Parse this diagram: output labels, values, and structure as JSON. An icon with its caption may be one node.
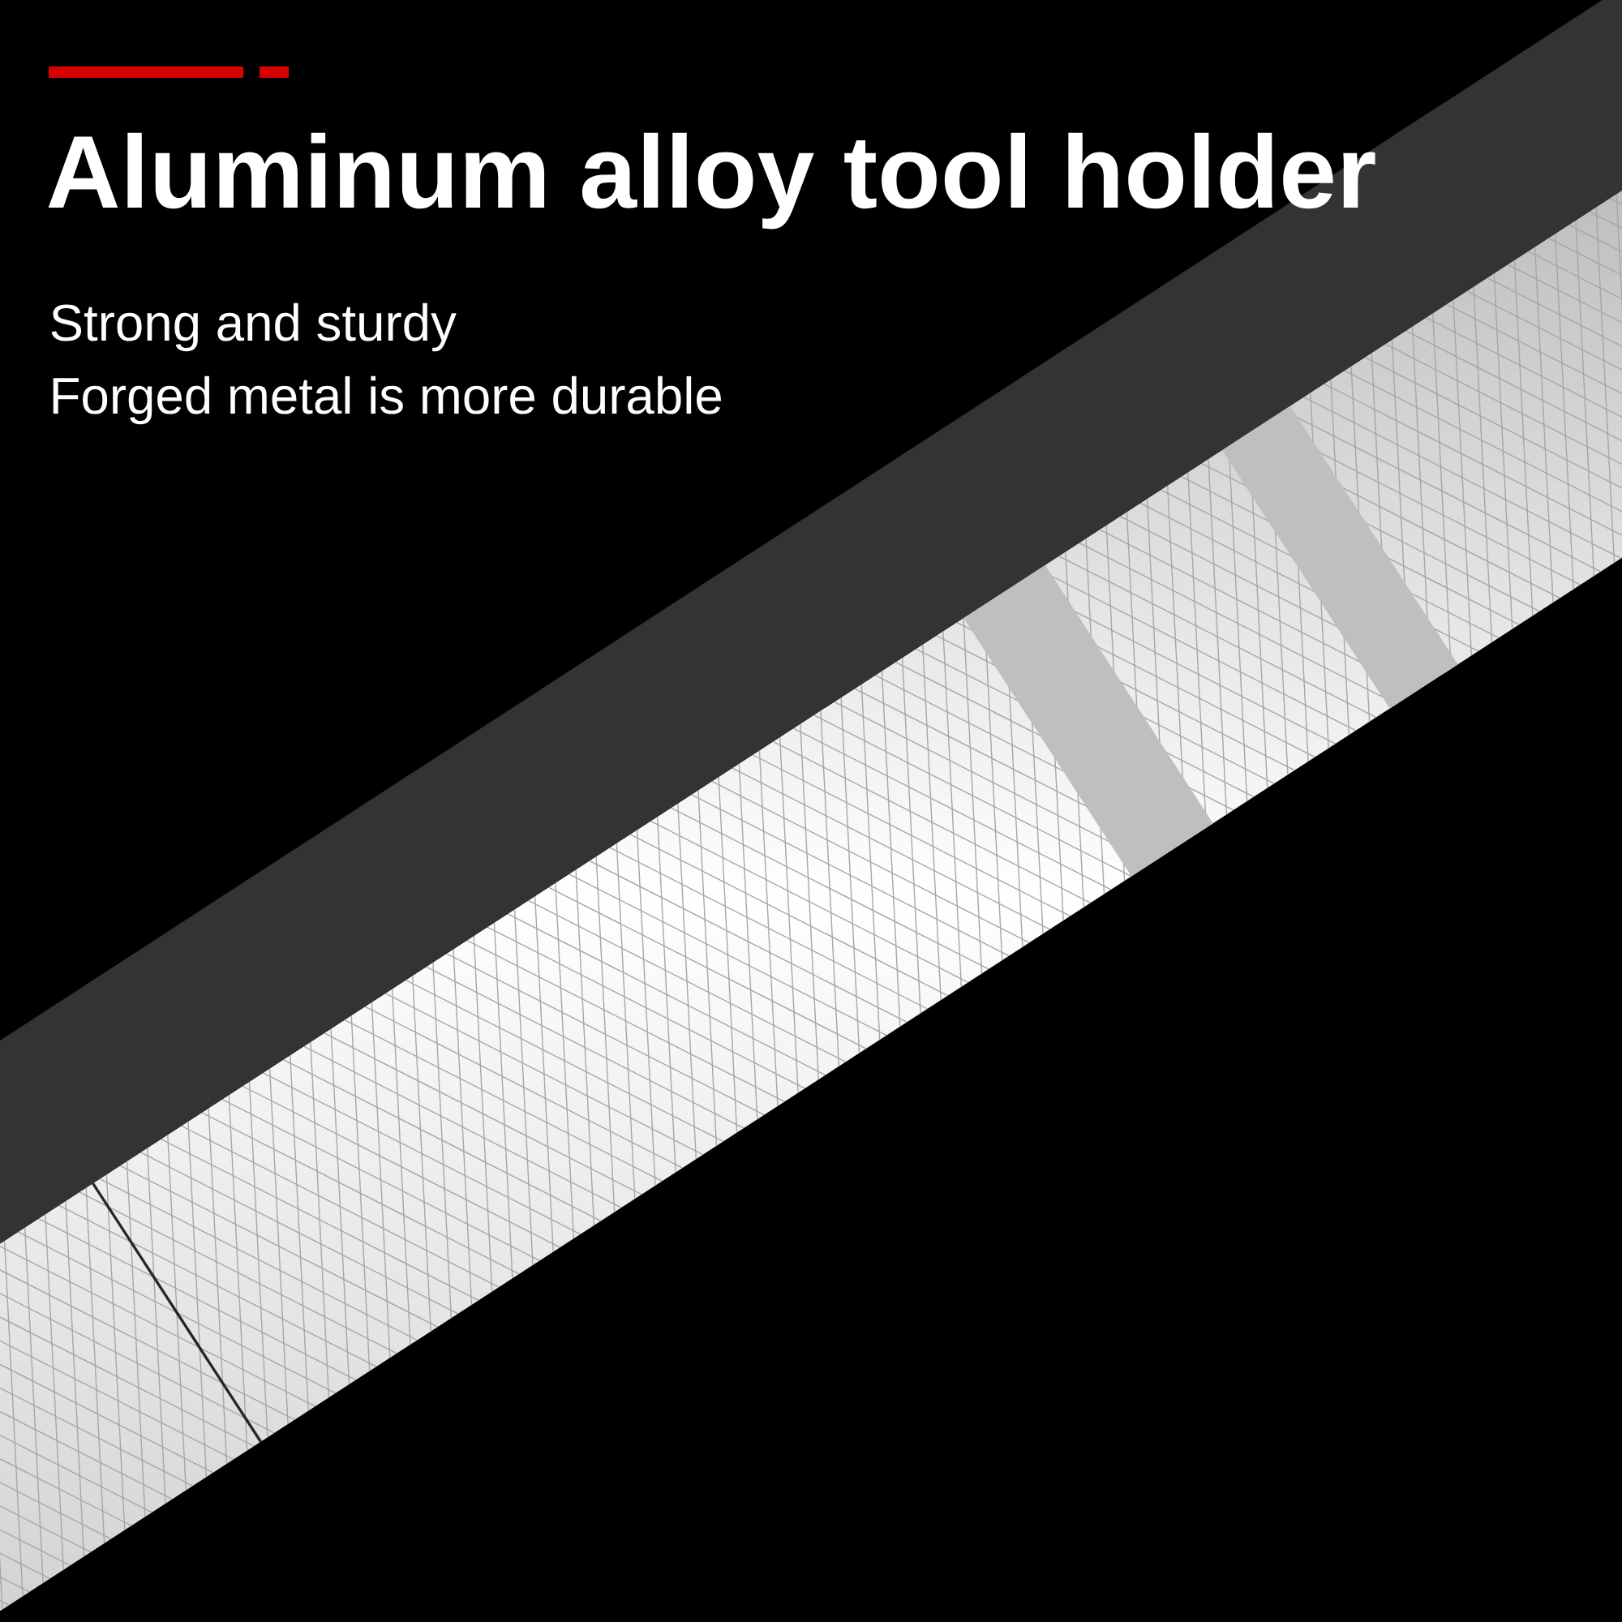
{
  "diagram": {
    "title": "Aluminum alloy tool holder",
    "labels": [
      "Strong and sturdy",
      "Forged metal is more durable"
    ]
  }
}
